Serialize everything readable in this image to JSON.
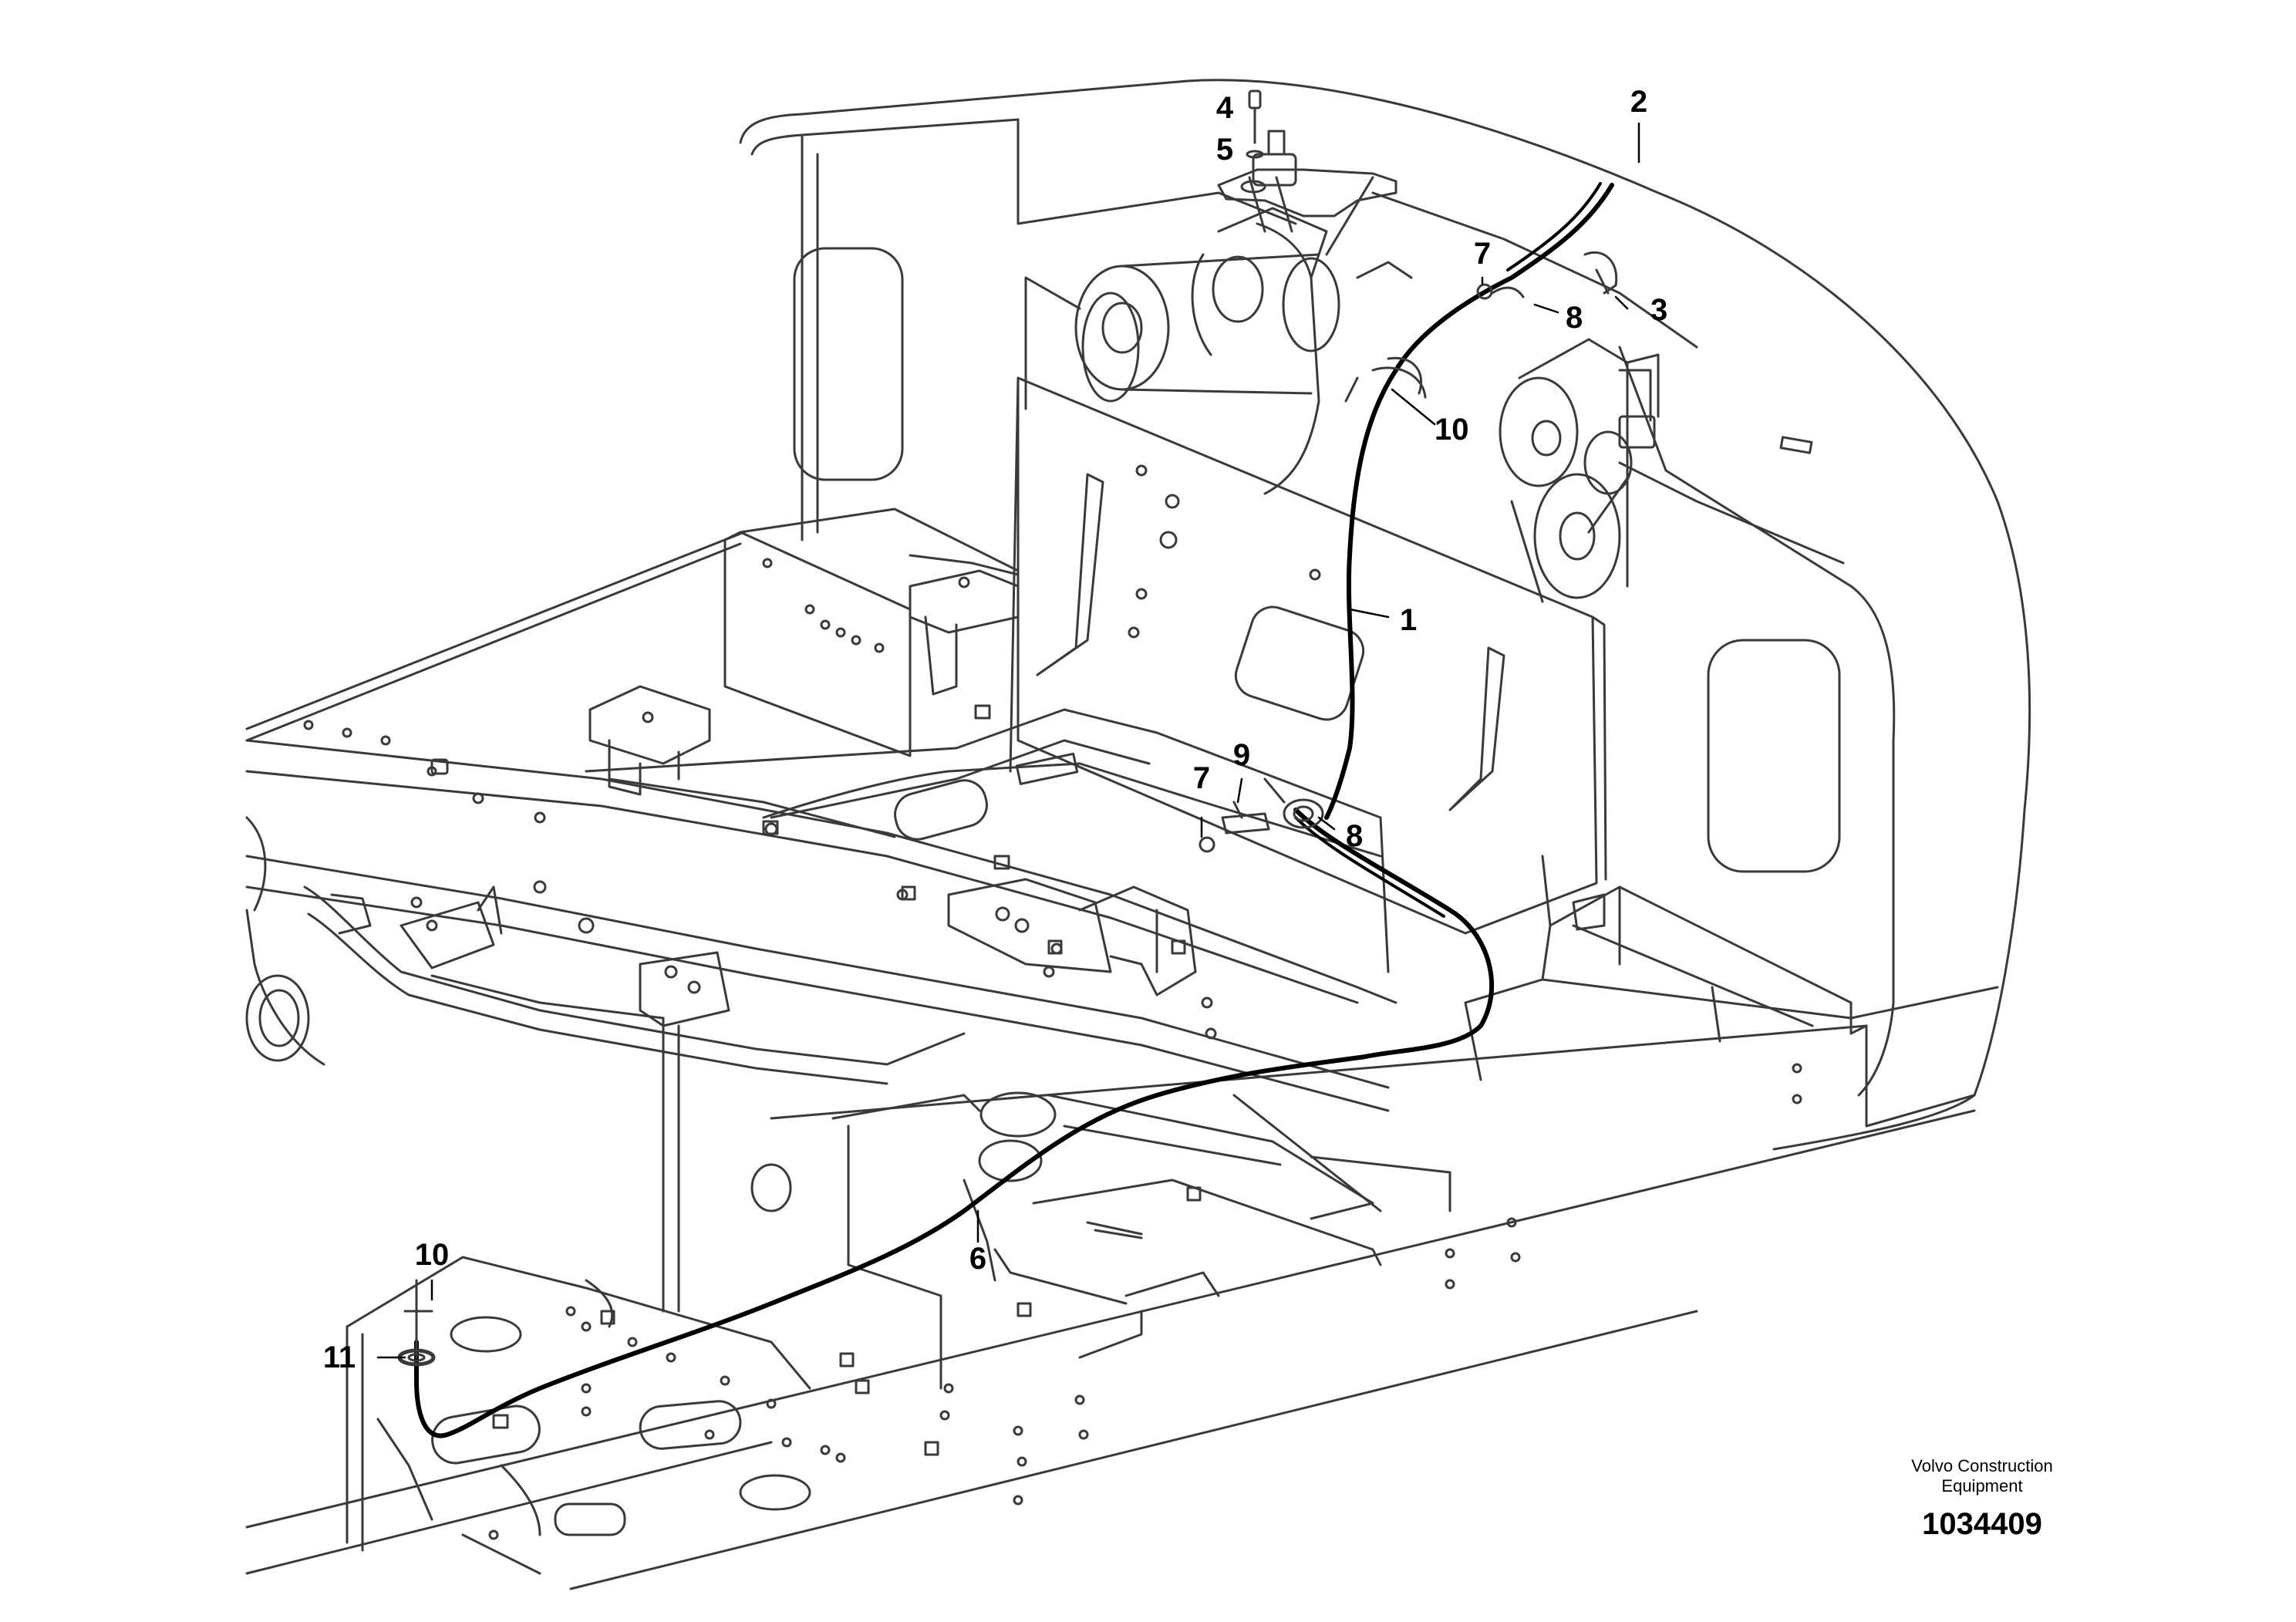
{
  "diagram": {
    "callouts": [
      {
        "id": "4",
        "label": "4"
      },
      {
        "id": "2",
        "label": "2"
      },
      {
        "id": "5",
        "label": "5"
      },
      {
        "id": "7a",
        "label": "7"
      },
      {
        "id": "3",
        "label": "3"
      },
      {
        "id": "8a",
        "label": "8"
      },
      {
        "id": "10a",
        "label": "10"
      },
      {
        "id": "1",
        "label": "1"
      },
      {
        "id": "7b",
        "label": "7"
      },
      {
        "id": "9",
        "label": "9"
      },
      {
        "id": "8b",
        "label": "8"
      },
      {
        "id": "6",
        "label": "6"
      },
      {
        "id": "10b",
        "label": "10"
      },
      {
        "id": "11",
        "label": "11"
      }
    ]
  },
  "footer": {
    "brand_line1": "Volvo Construction",
    "brand_line2": "Equipment",
    "document_number": "1034409"
  },
  "colors": {
    "line": "#3a3a3a",
    "cable": "#000000",
    "background": "#ffffff"
  }
}
